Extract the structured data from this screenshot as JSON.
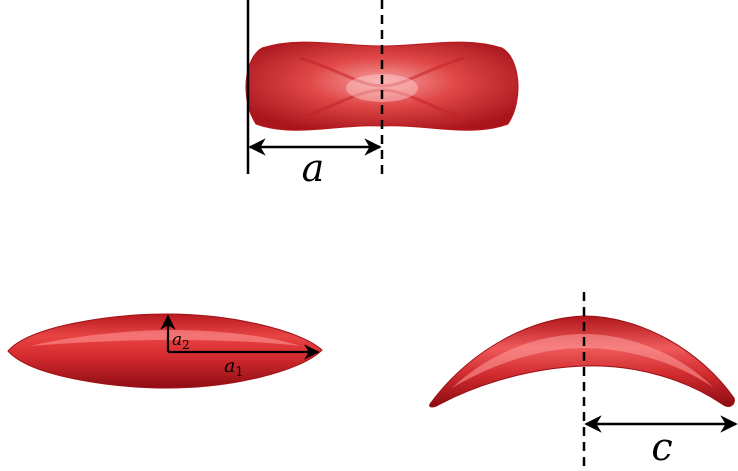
{
  "colors": {
    "cell_fill": "#d42a2f",
    "cell_dark": "#8c0f14",
    "cell_highlight": "#f28a8a",
    "line": "#000000"
  },
  "panels": {
    "top": {
      "shape": "biconcave-discocyte",
      "dimension_label": "a"
    },
    "bottom_left": {
      "shape": "prolate-ellipsoid",
      "label_major": "a",
      "label_major_sub": "1",
      "label_minor": "a",
      "label_minor_sub": "2"
    },
    "bottom_right": {
      "shape": "curved-sickle",
      "dimension_label": "c"
    }
  }
}
